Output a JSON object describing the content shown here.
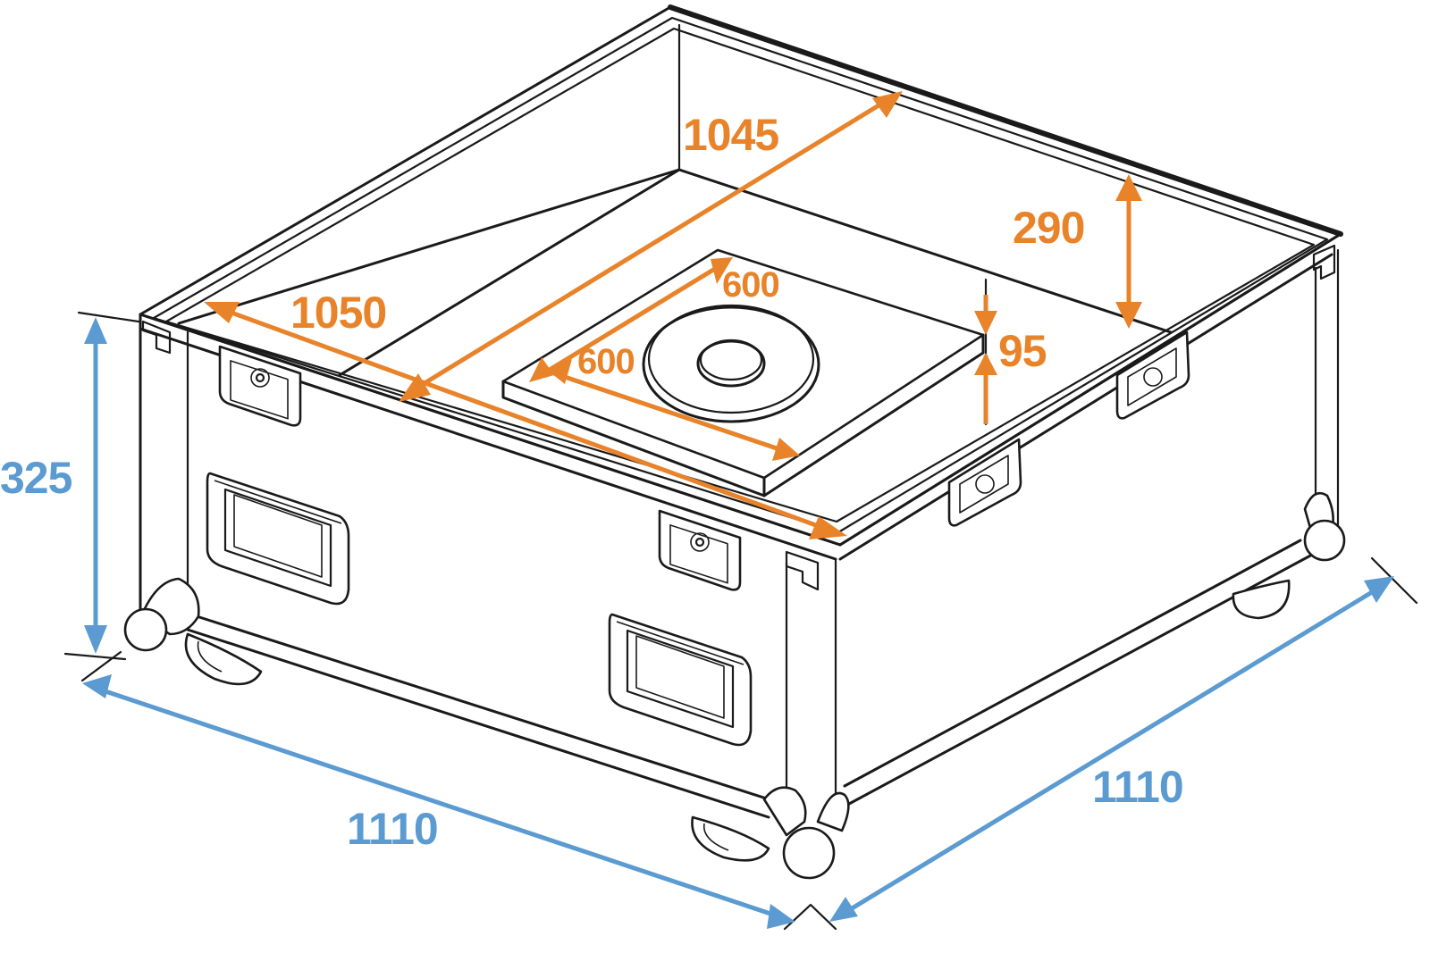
{
  "diagram": {
    "subject": "Flight case with 600x600 insert plate, isometric dimension drawing",
    "colors": {
      "inner_dimensions": "#e8832a",
      "outer_dimensions": "#5b9bd1",
      "outline": "#1a1a1a",
      "background": "#ffffff"
    },
    "inner_dimensions": {
      "inner_length": "1050",
      "inner_width": "1045",
      "inner_height": "290",
      "plate_width": "600",
      "plate_depth": "600",
      "plate_height": "95"
    },
    "outer_dimensions": {
      "height": "325",
      "front_length": "1110",
      "side_length": "1110"
    },
    "components": {
      "butterfly_latches": 4,
      "recessed_handles": 2,
      "ball_corners": 4,
      "castor_wheels": 4,
      "insert_plate_with_circular_recess": 1
    }
  }
}
